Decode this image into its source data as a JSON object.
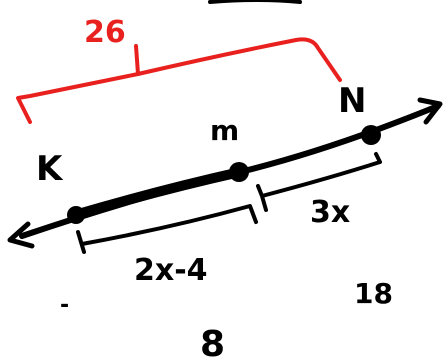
{
  "colors": {
    "ink": "#000000",
    "bracket": "#e8211f",
    "background": "#ffffff"
  },
  "labels": {
    "total": "26",
    "point_k": "K",
    "point_m": "m",
    "point_n": "N",
    "seg_mn": "3x",
    "seg_km": "2x-4",
    "value_right": "18",
    "value_bottom": "8",
    "dot_mark": "-"
  }
}
